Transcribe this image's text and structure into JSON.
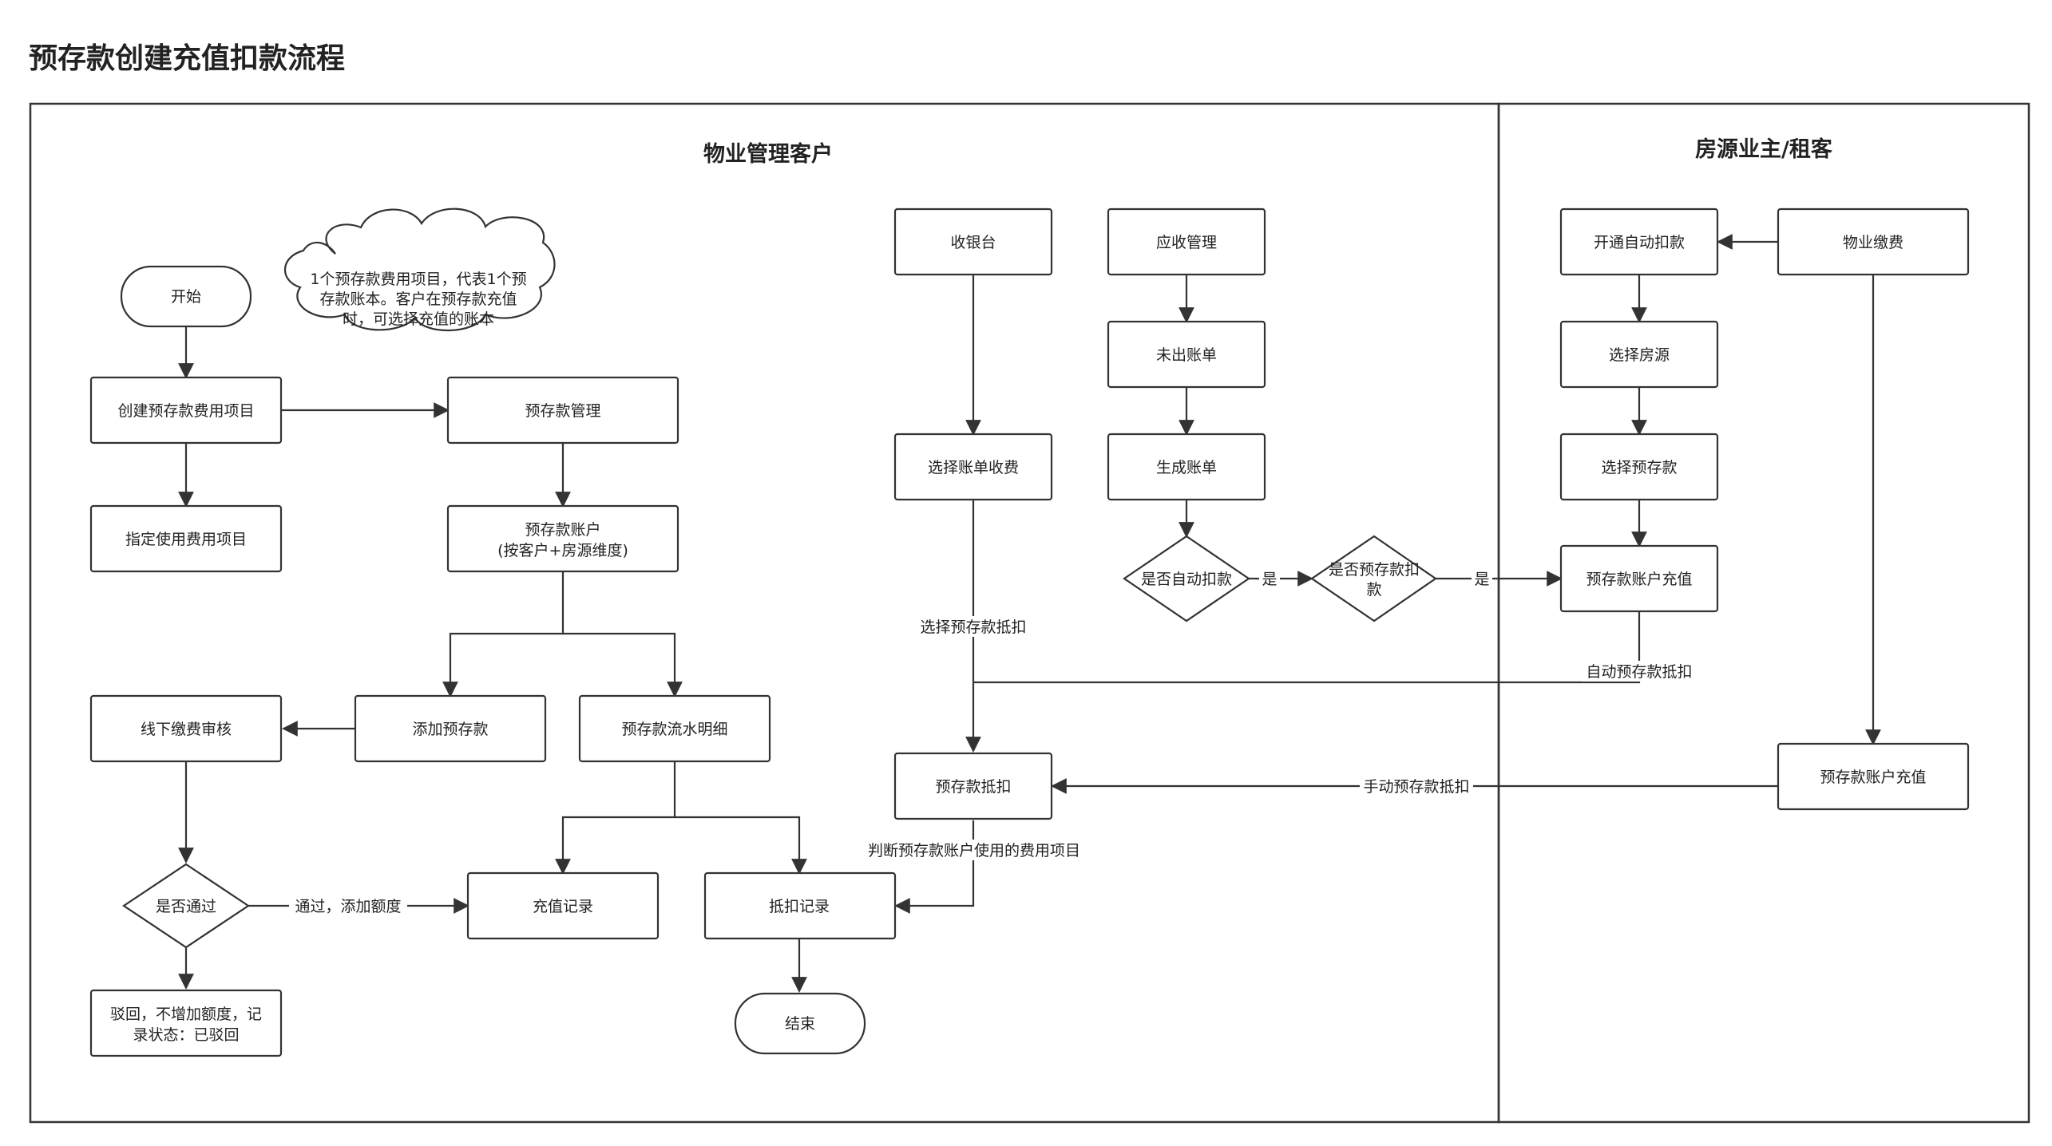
{
  "title": "预存款创建充值扣款流程",
  "lanes": {
    "left": "物业管理客户",
    "right": "房源业主/租客"
  },
  "nodes": {
    "start": "开始",
    "note": [
      "1个预存款费用项目，代表1个预",
      "存款账本。客户在预存款充值",
      "时，可选择充值的账本"
    ],
    "create_fee_item": "创建预存款费用项目",
    "assign_fee_item": "指定使用费用项目",
    "prepay_mgmt": "预存款管理",
    "prepay_account": [
      "预存款账户",
      "(按客户+房源维度)"
    ],
    "add_prepay": "添加预存款",
    "prepay_flow_detail": "预存款流水明细",
    "offline_review": "线下缴费审核",
    "is_approved": "是否通过",
    "recharge_record": "充值记录",
    "deduct_record": "抵扣记录",
    "rejected": [
      "驳回，不增加额度，记",
      "录状态：已驳回"
    ],
    "end": "结束",
    "cashier": "收银台",
    "receivable_mgmt": "应收管理",
    "unissued_bill": "未出账单",
    "select_bill_charge": "选择账单收费",
    "generate_bill": "生成账单",
    "is_auto_deduct": "是否自动扣款",
    "is_prepay_deduct": [
      "是否预存款扣",
      "款"
    ],
    "prepay_deduct": "预存款抵扣",
    "enable_auto_deduct": "开通自动扣款",
    "property_payment": "物业缴费",
    "select_house": "选择房源",
    "select_prepay": "选择预存款",
    "prepay_account_recharge_1": "预存款账户充值",
    "prepay_account_recharge_2": "预存款账户充值"
  },
  "edge_labels": {
    "approved_add_quota": "通过，添加额度",
    "yes_1": "是",
    "yes_2": "是",
    "select_prepay_deduct": "选择预存款抵扣",
    "auto_prepay_deduct": "自动预存款抵扣",
    "manual_prepay_deduct": "手动预存款抵扣",
    "judge_fee_item": "判断预存款账户使用的费用项目"
  }
}
